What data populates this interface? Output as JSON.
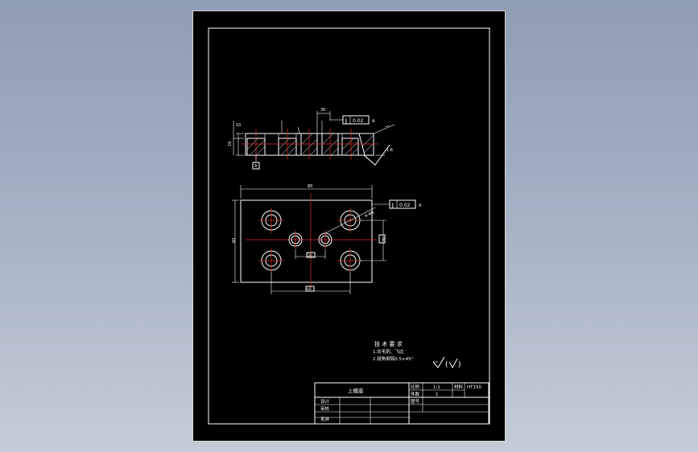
{
  "colors": {
    "background": "#9aa8bd",
    "sheet": "#000000",
    "line": "#ffffff",
    "centerline": "#d83030"
  },
  "annotations": {
    "datum_symbol_a": "A",
    "datum_frame_value": "0.02",
    "datum_frame_letter": "A",
    "roughness_value": "1.6",
    "overall_width": "80",
    "overall_height": "60",
    "hole_spacing_x": "60",
    "hole_spacing_y": "36",
    "small_hole_spacing": "30",
    "hole_callout": "4-Φ9",
    "side_thickness": "16",
    "side_step": "10",
    "top_dim": "30"
  },
  "tech_req": {
    "title": "技 术 要 求",
    "line1": "1.去毛刺、飞边",
    "line2": "2.锐角倒钝0.5×45°"
  },
  "title_block": {
    "part_name": "上模座",
    "scale_label": "比例",
    "scale_value": "1:1",
    "material_label": "材料",
    "material_value": "HT150",
    "qty_label": "件数",
    "qty_value": "1",
    "drawing_label": "图号",
    "design_label": "设计",
    "check_label": "审核",
    "approve_label": "批准"
  }
}
